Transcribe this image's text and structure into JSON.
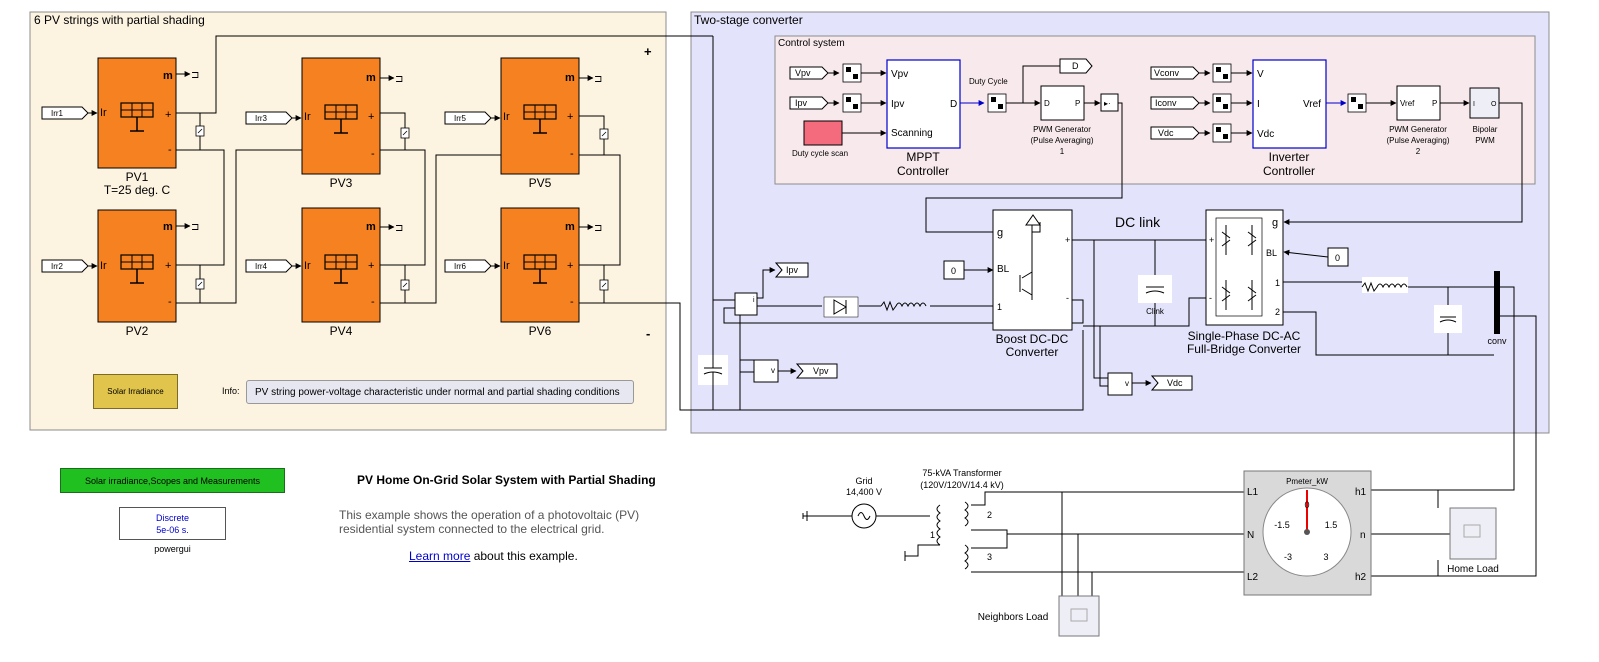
{
  "areas": {
    "pv_strings": "6 PV strings with partial shading",
    "converter": "Two-stage converter",
    "control": "Control system"
  },
  "pv": {
    "pv1": "PV1",
    "pv1_note": "T=25 deg. C",
    "pv2": "PV2",
    "pv3": "PV3",
    "pv4": "PV4",
    "pv5": "PV5",
    "pv6": "PV6",
    "irr1": "Irr1",
    "irr2": "Irr2",
    "irr3": "Irr3",
    "irr4": "Irr4",
    "irr5": "Irr5",
    "irr6": "Irr6",
    "port_in": "Ir",
    "port_m": "m",
    "port_plus": "+",
    "port_minus": "-",
    "string_plus": "+",
    "string_minus": "-"
  },
  "solar_block": "Solar Irradiance",
  "info": {
    "label": "Info:",
    "text": "PV string power-voltage characteristic under normal and partial shading conditions"
  },
  "control": {
    "vpv": "Vpv",
    "ipv": "Ipv",
    "vconv": "Vconv",
    "iconv": "Iconv",
    "vdc": "Vdc",
    "mppt_in_vpv": "Vpv",
    "mppt_in_ipv": "Ipv",
    "mppt_in_scan": "Scanning",
    "mppt_out": "D",
    "mppt_title1": "MPPT",
    "mppt_title2": "Controller",
    "duty_scan": "Duty cycle scan",
    "duty_cycle": "Duty Cycle",
    "d_tag": "D",
    "pwm1_in": "D",
    "pwm1_out": "P",
    "pwm1_l1": "PWM Generator",
    "pwm1_l2": "(Pulse Averaging)",
    "pwm1_l3": "1",
    "inv_v": "V",
    "inv_i": "I",
    "inv_vdc": "Vdc",
    "inv_out": "Vref",
    "inv_title1": "Inverter",
    "inv_title2": "Controller",
    "pwm2_in": "Vref",
    "pwm2_out": "P",
    "pwm2_l1": "PWM Generator",
    "pwm2_l2": "(Pulse Averaging)",
    "pwm2_l3": "2",
    "bip_l1": "Bipolar",
    "bip_l2": "PWM",
    "bip_in": "I",
    "bip_out": "O"
  },
  "power": {
    "ipv_tag": "Ipv",
    "vpv_tag": "Vpv",
    "vdc_tag": "Vdc",
    "meas_i": "i",
    "meas_v": "v",
    "boost_l1": "Boost DC-DC",
    "boost_l2": "Converter",
    "boost_g": "g",
    "boost_bl": "BL",
    "boost_1": "1",
    "const0a": "0",
    "const0b": "0",
    "dclink": "DC link",
    "clink": "Clink",
    "inv_l1": "Single-Phase DC-AC",
    "inv_l2": "Full-Bridge Converter",
    "inv_g": "g",
    "inv_bl": "BL",
    "inv_1": "1",
    "inv_2": "2",
    "conv": "conv"
  },
  "grid": {
    "grid_l1": "Grid",
    "grid_l2": "14,400 V",
    "tr_l1": "75-kVA Transformer",
    "tr_l2": "(120V/120V/14.4 kV)",
    "tr_1": "1",
    "tr_2": "2",
    "tr_3": "3",
    "meter_title": "Pmeter_kW",
    "meter_ticks": [
      "0",
      "-1.5",
      "1.5",
      "-3",
      "3"
    ],
    "meter_L1": "L1",
    "meter_N": "N",
    "meter_L2": "L2",
    "meter_h1": "h1",
    "meter_n": "n",
    "meter_h2": "h2",
    "home_load": "Home Load",
    "neighbors_load": "Neighbors Load"
  },
  "bottom": {
    "scopes_btn": "Solar irradiance,Scopes and Measurements",
    "pg_l1": "Discrete",
    "pg_l2": "5e-06 s.",
    "pg_name": "powergui",
    "title": "PV Home On-Grid Solar System with Partial Shading",
    "desc1": "This example shows the operation of a photovoltaic (PV)",
    "desc2": "residential system connected to the electrical grid.",
    "learn_link": "Learn more",
    "learn_rest": " about this example."
  },
  "colors": {
    "pv_orange": "#f58120",
    "pv_area": "#fdf3e1",
    "converter_area": "#e3e3fb",
    "control_area": "#f7e9ec",
    "green_btn": "#21c021",
    "solar_btn": "#e1c44c",
    "link_blue": "#0000cc",
    "dc_link_red": "#cc0000"
  }
}
